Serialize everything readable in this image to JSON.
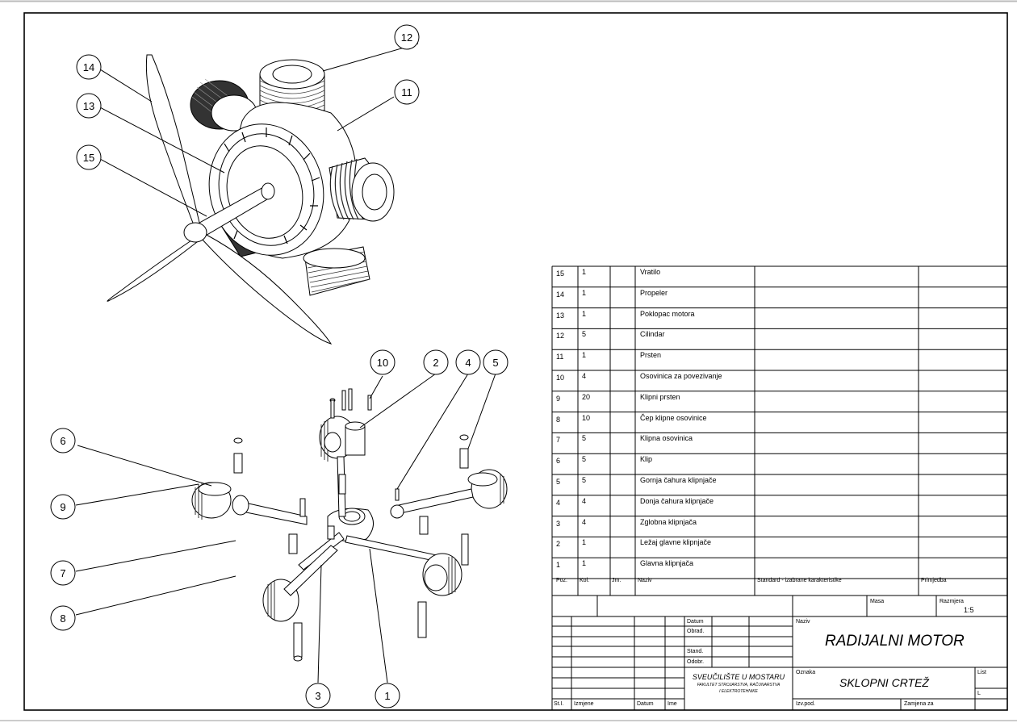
{
  "drawing": {
    "title": "RADIJALNI MOTOR",
    "subtitle": "SKLOPNI CRTEŽ",
    "scale": "1:5",
    "institution": {
      "line1": "SVEUČILIŠTE U MOSTARU",
      "line2": "FAKULTET STROJARSTVA, RAČUNARSTVA",
      "line3": "I ELEKTROTEHNIKE"
    }
  },
  "balloons": [
    "1",
    "2",
    "3",
    "4",
    "5",
    "6",
    "7",
    "8",
    "9",
    "10",
    "11",
    "12",
    "13",
    "14",
    "15"
  ],
  "bom": {
    "headers": {
      "pos": "Poz.",
      "qty": "Kol.",
      "unit": "Jm.",
      "name": "Naziv",
      "standard": "Standard - izabrane karakteristike",
      "note": "Primjedba"
    },
    "rows": [
      {
        "pos": "15",
        "qty": "1",
        "name": "Vratilo"
      },
      {
        "pos": "14",
        "qty": "1",
        "name": "Propeler"
      },
      {
        "pos": "13",
        "qty": "1",
        "name": "Poklopac motora"
      },
      {
        "pos": "12",
        "qty": "5",
        "name": "Cilindar"
      },
      {
        "pos": "11",
        "qty": "1",
        "name": "Prsten"
      },
      {
        "pos": "10",
        "qty": "4",
        "name": "Osovinica za povezivanje"
      },
      {
        "pos": "9",
        "qty": "20",
        "name": "Klipni prsten"
      },
      {
        "pos": "8",
        "qty": "10",
        "name": "Čep klipne osovinice"
      },
      {
        "pos": "7",
        "qty": "5",
        "name": "Klipna osovinica"
      },
      {
        "pos": "6",
        "qty": "5",
        "name": "Klip"
      },
      {
        "pos": "5",
        "qty": "5",
        "name": "Gornja čahura klipnjače"
      },
      {
        "pos": "4",
        "qty": "4",
        "name": "Donja čahura klipnjače"
      },
      {
        "pos": "3",
        "qty": "4",
        "name": "Zglobna klipnjača"
      },
      {
        "pos": "2",
        "qty": "1",
        "name": "Ležaj glavne klipnjače"
      },
      {
        "pos": "1",
        "qty": "1",
        "name": "Glavna klipnjača"
      }
    ]
  },
  "title_block": {
    "masa": "Masa",
    "razmjera": "Razmjera",
    "datum": "Datum",
    "obrad": "Obrad.",
    "stand": "Stand.",
    "odobr": "Odobr.",
    "naziv": "Naziv",
    "oznaka": "Oznaka",
    "list": "List",
    "l": "L",
    "st_i": "St.I.",
    "izmjene": "Izmjene",
    "ime": "Ime",
    "izv_pod": "Izv.pod.",
    "zamjena_za": "Zamjena za"
  }
}
